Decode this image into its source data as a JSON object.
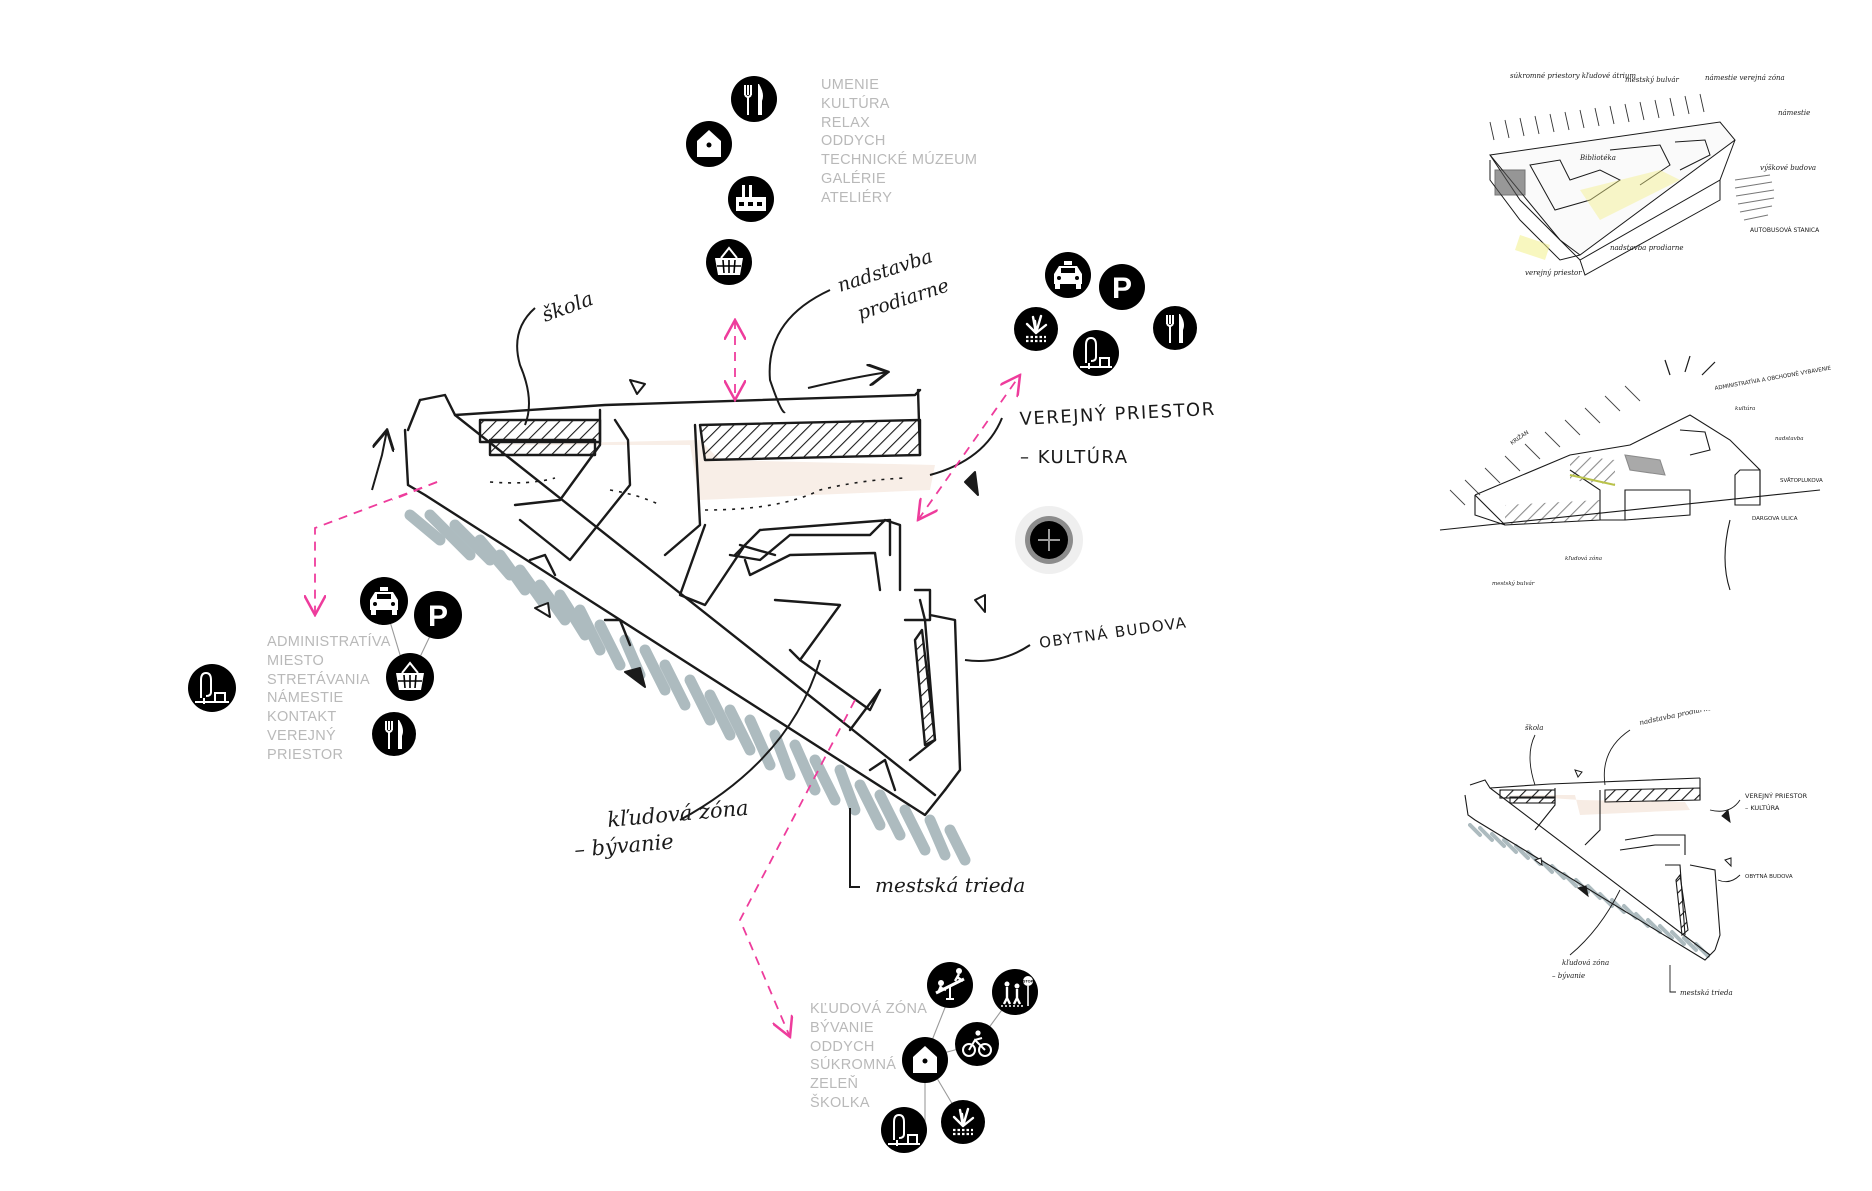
{
  "main_sketch": {
    "handwritten_labels": {
      "skola": "škola",
      "nadstavba": [
        "nadstavba",
        "prodiarne"
      ],
      "verejny_priestor": [
        "VEREJNÝ  PRIESTOR",
        "– KULTÚRA"
      ],
      "obytna_budova": "OBYTNÁ BUDOVA",
      "kludova_zona": [
        "kľudová zóna",
        "– bývanie"
      ],
      "mestska_trieda": "mestská trieda"
    }
  },
  "clusters": {
    "culture": {
      "labels": [
        "UMENIE",
        "KULTÚRA",
        "RELAX",
        "ODDYCH",
        "TECHNICKÉ MÚZEUM",
        "GALÉRIE",
        "ATELIÉRY"
      ],
      "icons": [
        "restaurant-icon",
        "house-icon",
        "factory-icon",
        "shopping-basket-icon"
      ]
    },
    "transport": {
      "icons": [
        "taxi-icon",
        "parking-icon",
        "greenery-icon",
        "park-bench-icon",
        "restaurant-icon"
      ],
      "parking_letter": "P"
    },
    "administration": {
      "labels": [
        "ADMINISTRATÍVA",
        "MIESTO",
        "STRETÁVANIA",
        "NÁMESTIE",
        "KONTAKT",
        "VEREJNÝ",
        "PRIESTOR"
      ],
      "icons": [
        "park-bench-icon",
        "taxi-icon",
        "parking-icon",
        "shopping-basket-icon",
        "restaurant-icon"
      ],
      "parking_letter": "P"
    },
    "residential": {
      "labels": [
        "KĽUDOVÁ ZÓNA",
        "BÝVANIE",
        "ODDYCH",
        "SÚKROMNÁ",
        "ZELEŇ",
        "ŠKOLKA"
      ],
      "icons": [
        "playground-icon",
        "school-crossing-icon",
        "cyclist-icon",
        "house-icon",
        "park-bench-icon",
        "greenery-icon"
      ],
      "stop_sign": "STOP"
    }
  },
  "thumbnails": [
    {
      "name": "aerial-sketch",
      "labels": [
        "súkromné priestory kľudové átrium",
        "mestský bulvár",
        "námestie verejná zóna",
        "námestie",
        "výškové budova",
        "AUTOBUSOVÁ STANICA",
        "Bibliotéka",
        "nadstavba prodiarne",
        "verejný priestor"
      ]
    },
    {
      "name": "perspective-sketch",
      "labels": [
        "ADMINISTRATÍVA A OBCHODNÉ VYBAVENIE",
        "kultúra",
        "KRIŽAN",
        "nadstavba",
        "SVÄTOPLUKOVA",
        "DARGOVA ULICA",
        "kľudová zóna",
        "mestský bulvár"
      ]
    },
    {
      "name": "plan-sketch-small",
      "labels": [
        "škola",
        "nadstavba prodiarne",
        "VEREJNÝ PRIESTOR",
        "– KULTÚRA",
        "OBYTNÁ BUDOVA",
        "kľudová zóna",
        "– bývanie",
        "mestská trieda"
      ]
    }
  ],
  "colors": {
    "ink": "#1a1a1a",
    "accent_arrow": "#ee3c9c",
    "shadow_marker": "#9fb0b5",
    "label_gray": "#b9b9b9",
    "courtyard_tint": "#f7ece4",
    "highlighter_yellow": "#f3f08a"
  },
  "controls": {
    "zoom_button_label": "+"
  }
}
